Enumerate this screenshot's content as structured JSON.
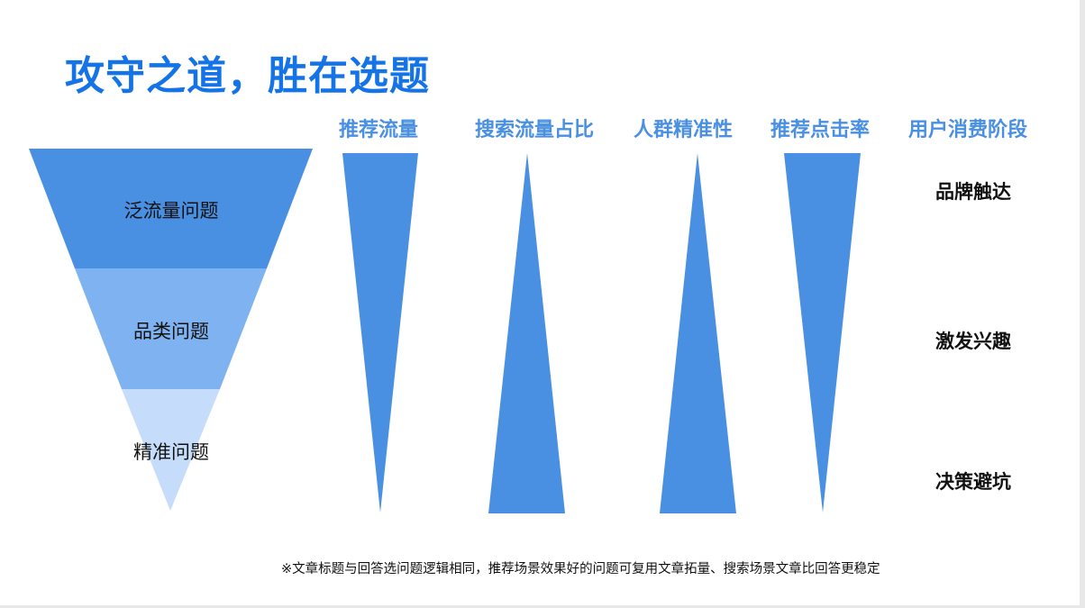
{
  "title": "攻守之道，胜在选题",
  "funnel": {
    "levels": [
      {
        "label": "泛流量问题",
        "color": "#4a90e2"
      },
      {
        "label": "品类问题",
        "color": "#7fb2f0"
      },
      {
        "label": "精准问题",
        "color": "#c5ddfa"
      }
    ]
  },
  "metrics": [
    {
      "label": "推荐流量",
      "trend": "decreasing"
    },
    {
      "label": "搜索流量占比",
      "trend": "increasing"
    },
    {
      "label": "人群精准性",
      "trend": "increasing"
    },
    {
      "label": "推荐点击率",
      "trend": "decreasing"
    },
    {
      "label": "用户消费阶段",
      "trend": "stages"
    }
  ],
  "stages": [
    "品牌触达",
    "激发兴趣",
    "决策避坑"
  ],
  "footnote": "※文章标题与回答选问题逻辑相同，推荐场景效果好的问题可复用文章拓量、搜索场景文章比回答更稳定",
  "colors": {
    "title": "#1473e6",
    "header": "#4a90e2",
    "shape": "#4a90e2"
  }
}
